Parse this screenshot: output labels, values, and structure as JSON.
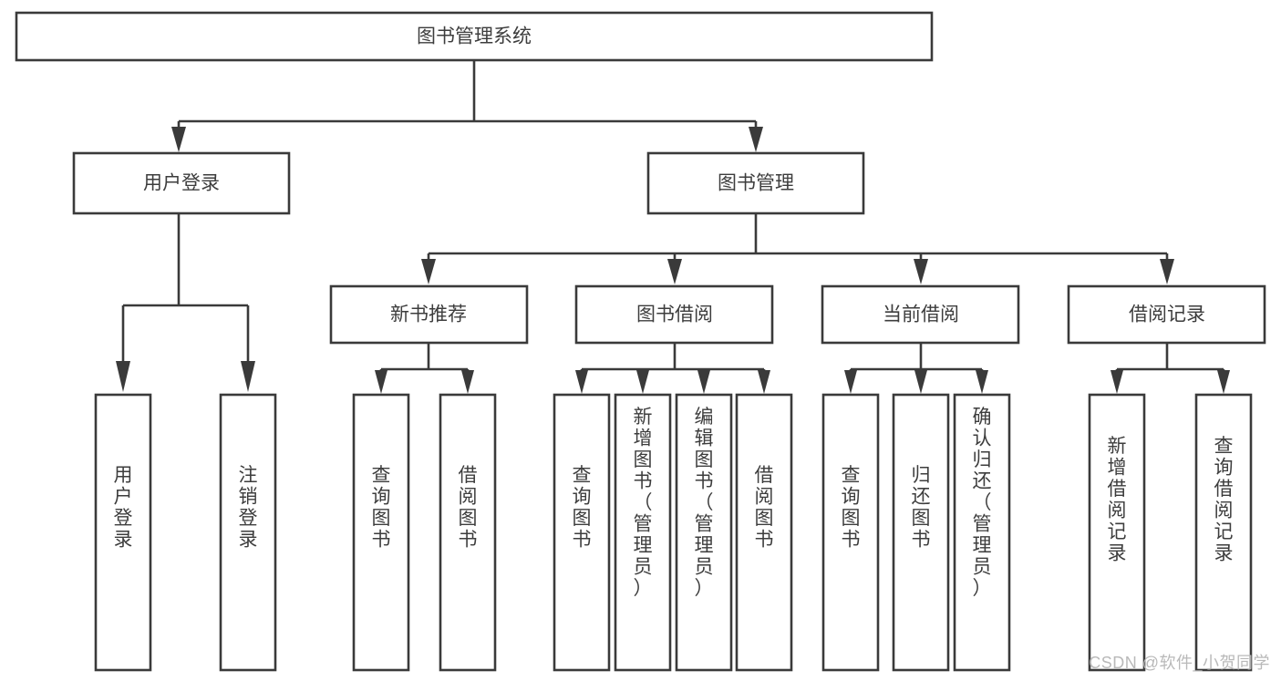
{
  "diagram": {
    "title": "图书管理系统",
    "type": "tree-hierarchy",
    "watermark": "CSDN @软件_小贺同学",
    "colors": {
      "stroke": "#3a3a3a",
      "fill": "#ffffff",
      "text": "#3d3d3d",
      "watermark": "#b9b9b9"
    },
    "levels": {
      "root": {
        "label": "图书管理系统"
      },
      "level2": [
        {
          "id": "user-login",
          "label": "用户登录"
        },
        {
          "id": "book-manage",
          "label": "图书管理"
        }
      ],
      "level3": [
        {
          "id": "new-book-recommend",
          "label": "新书推荐",
          "parent": "book-manage"
        },
        {
          "id": "book-borrow",
          "label": "图书借阅",
          "parent": "book-manage"
        },
        {
          "id": "current-borrow",
          "label": "当前借阅",
          "parent": "book-manage"
        },
        {
          "id": "borrow-record",
          "label": "借阅记录",
          "parent": "book-manage"
        }
      ],
      "leaves": [
        {
          "id": "leaf-user-login",
          "label": "用户登录",
          "parent": "user-login"
        },
        {
          "id": "leaf-logout-login",
          "label": "注销登录",
          "parent": "user-login"
        },
        {
          "id": "leaf-query-book-1",
          "label": "查询图书",
          "parent": "new-book-recommend"
        },
        {
          "id": "leaf-borrow-book-1",
          "label": "借阅图书",
          "parent": "new-book-recommend"
        },
        {
          "id": "leaf-query-book-2",
          "label": "查询图书",
          "parent": "book-borrow"
        },
        {
          "id": "leaf-add-book",
          "label": "新增图书（管理员）",
          "parent": "book-borrow"
        },
        {
          "id": "leaf-edit-book",
          "label": "编辑图书（管理员）",
          "parent": "book-borrow"
        },
        {
          "id": "leaf-borrow-book-2",
          "label": "借阅图书",
          "parent": "book-borrow"
        },
        {
          "id": "leaf-query-book-3",
          "label": "查询图书",
          "parent": "current-borrow"
        },
        {
          "id": "leaf-return-book",
          "label": "归还图书",
          "parent": "current-borrow"
        },
        {
          "id": "leaf-confirm-return",
          "label": "确认归还（管理员）",
          "parent": "current-borrow"
        },
        {
          "id": "leaf-add-record",
          "label": "新增借阅记录",
          "parent": "borrow-record"
        },
        {
          "id": "leaf-query-record",
          "label": "查询借阅记录",
          "parent": "borrow-record"
        }
      ]
    }
  }
}
